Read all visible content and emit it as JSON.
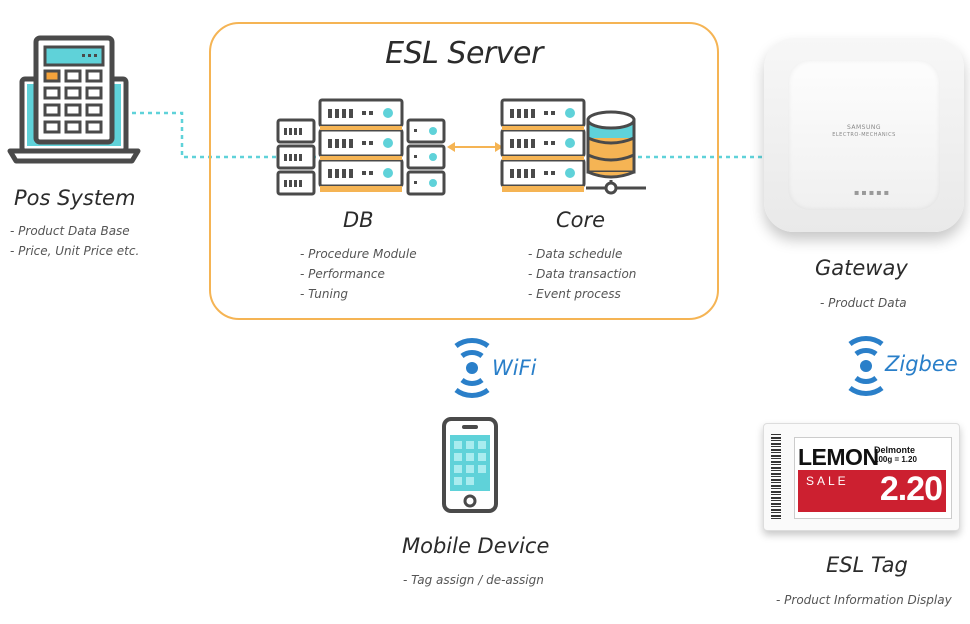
{
  "esl_server": {
    "title": "ESL Server",
    "db": {
      "title": "DB",
      "items": [
        "- Procedure Module",
        "- Performance",
        "- Tuning"
      ]
    },
    "core": {
      "title": "Core",
      "items": [
        "- Data schedule",
        "- Data transaction",
        "- Event process"
      ]
    }
  },
  "pos": {
    "title": "Pos System",
    "items": [
      "- Product Data Base",
      "- Price, Unit Price etc."
    ]
  },
  "gateway": {
    "title": "Gateway",
    "items": [
      "- Product Data"
    ],
    "device_text": [
      "SAMSUNG",
      "ELECTRO-MECHANICS"
    ]
  },
  "wifi": {
    "label": "WiFi"
  },
  "zigbee": {
    "label": "Zigbee"
  },
  "mobile": {
    "title": "Mobile Device",
    "items": [
      "- Tag assign / de-assign"
    ]
  },
  "esl_tag": {
    "title": "ESL Tag",
    "items": [
      "- Product Information Display"
    ],
    "product": "LEMON",
    "brand": "Delmonte",
    "unit": "100g = 1.20",
    "sale": "SALE",
    "price": "2.20"
  },
  "colors": {
    "accent": "#f5b454",
    "teal": "#5fd2d9",
    "blue": "#2a7fc9",
    "dark": "#555555"
  }
}
